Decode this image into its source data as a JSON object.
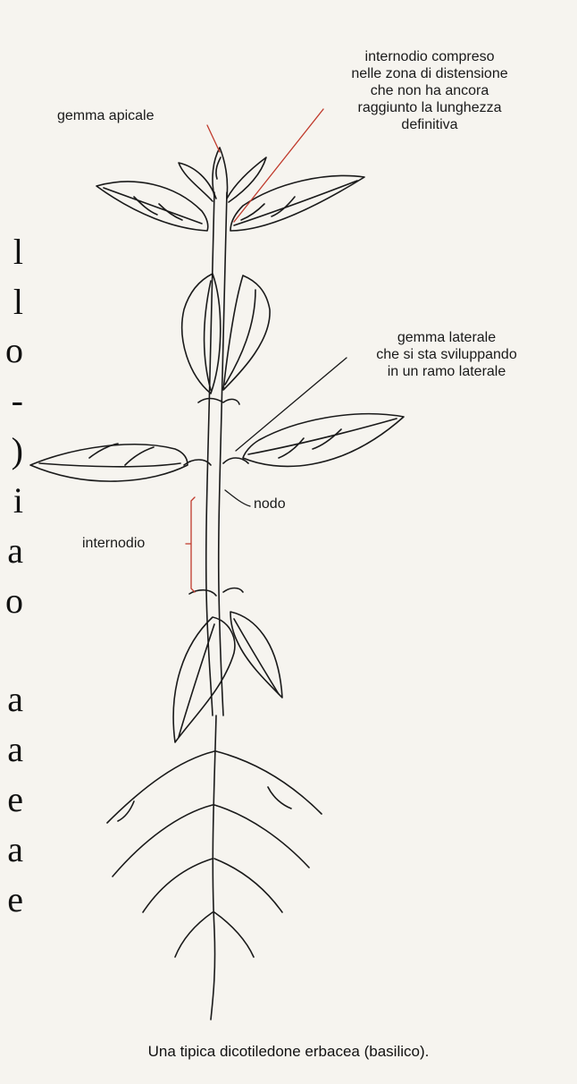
{
  "diagram": {
    "labels": {
      "gemma_apicale": "gemma apicale",
      "internodio_compreso": [
        "internodio compreso",
        "nelle zona di distensione",
        "che non ha ancora",
        "raggiunto la lunghezza",
        "definitiva"
      ],
      "gemma_laterale": [
        "gemma laterale",
        "che si sta sviluppando",
        "in un ramo laterale"
      ],
      "nodo": "nodo",
      "internodio": "internodio"
    },
    "caption": "Una tipica dicotiledone erbacea (basilico).",
    "side_text_fragments": [
      "l",
      "l",
      "o",
      "-",
      ")",
      "i",
      "a",
      "o",
      "a",
      "a",
      "e",
      "a",
      "e"
    ],
    "colors": {
      "leader_lines": "#c0392b",
      "ink": "#1a1a1a",
      "paper": "#f6f4ef"
    }
  }
}
